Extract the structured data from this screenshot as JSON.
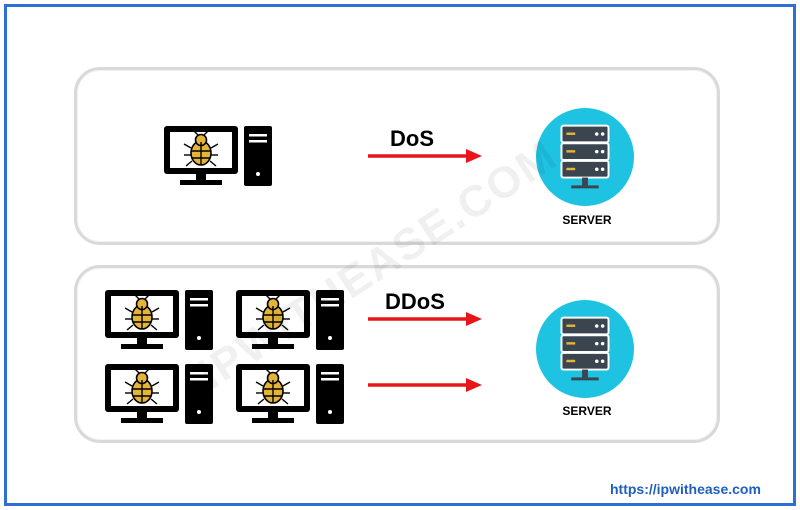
{
  "diagram": {
    "dos": {
      "label": "DoS",
      "server_label": "SERVER"
    },
    "ddos": {
      "label": "DDoS",
      "server_label": "SERVER"
    }
  },
  "watermark": "IPWITHEASE.COM",
  "footer": {
    "url": "https://ipwithease.com"
  },
  "colors": {
    "frame": "#2e6fd6",
    "arrow": "#e8151b",
    "server_circle": "#1ec3e2",
    "server_dark": "#3b4550",
    "bug": "#e3b437"
  },
  "icons": [
    "infected-computer-icon",
    "server-icon",
    "arrow-icon"
  ]
}
